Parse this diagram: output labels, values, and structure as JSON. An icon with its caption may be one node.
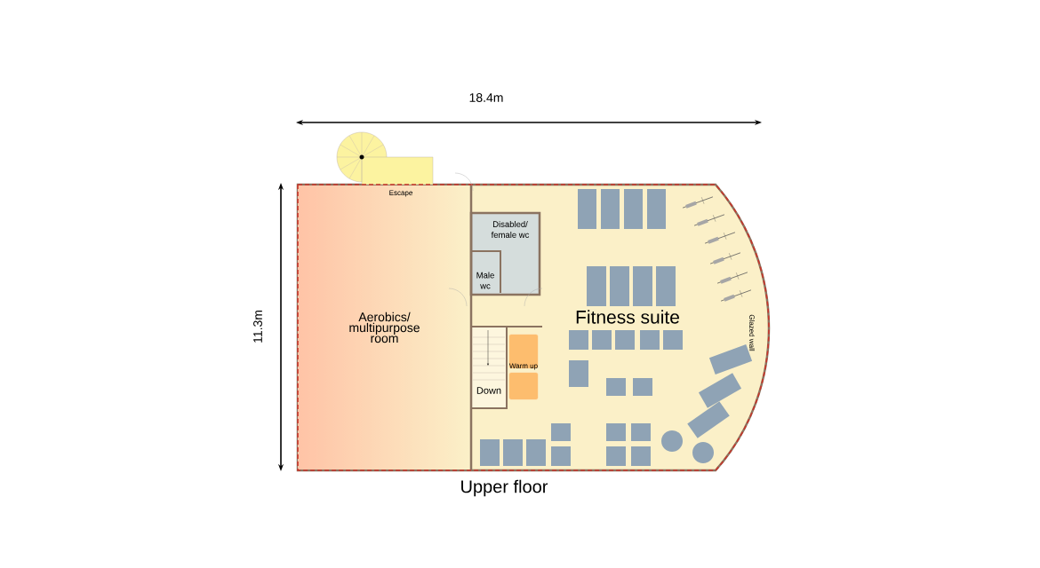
{
  "diagram": {
    "caption": "Upper floor",
    "nodes": [
      {
        "text": [
          "Aerobics/ multipurpose room"
        ]
      },
      {
        "text": [
          "Disabled/ female wc"
        ]
      },
      {
        "text": [
          "Male wc"
        ],
        "in": 1
      },
      {
        "text": [
          "Fitness suite"
        ]
      },
      {
        "text": [
          "Down"
        ]
      }
    ],
    "labels": [
      "18.4m",
      "11.3m",
      "Escape",
      "Warm up",
      "Glazed wall"
    ]
  }
}
